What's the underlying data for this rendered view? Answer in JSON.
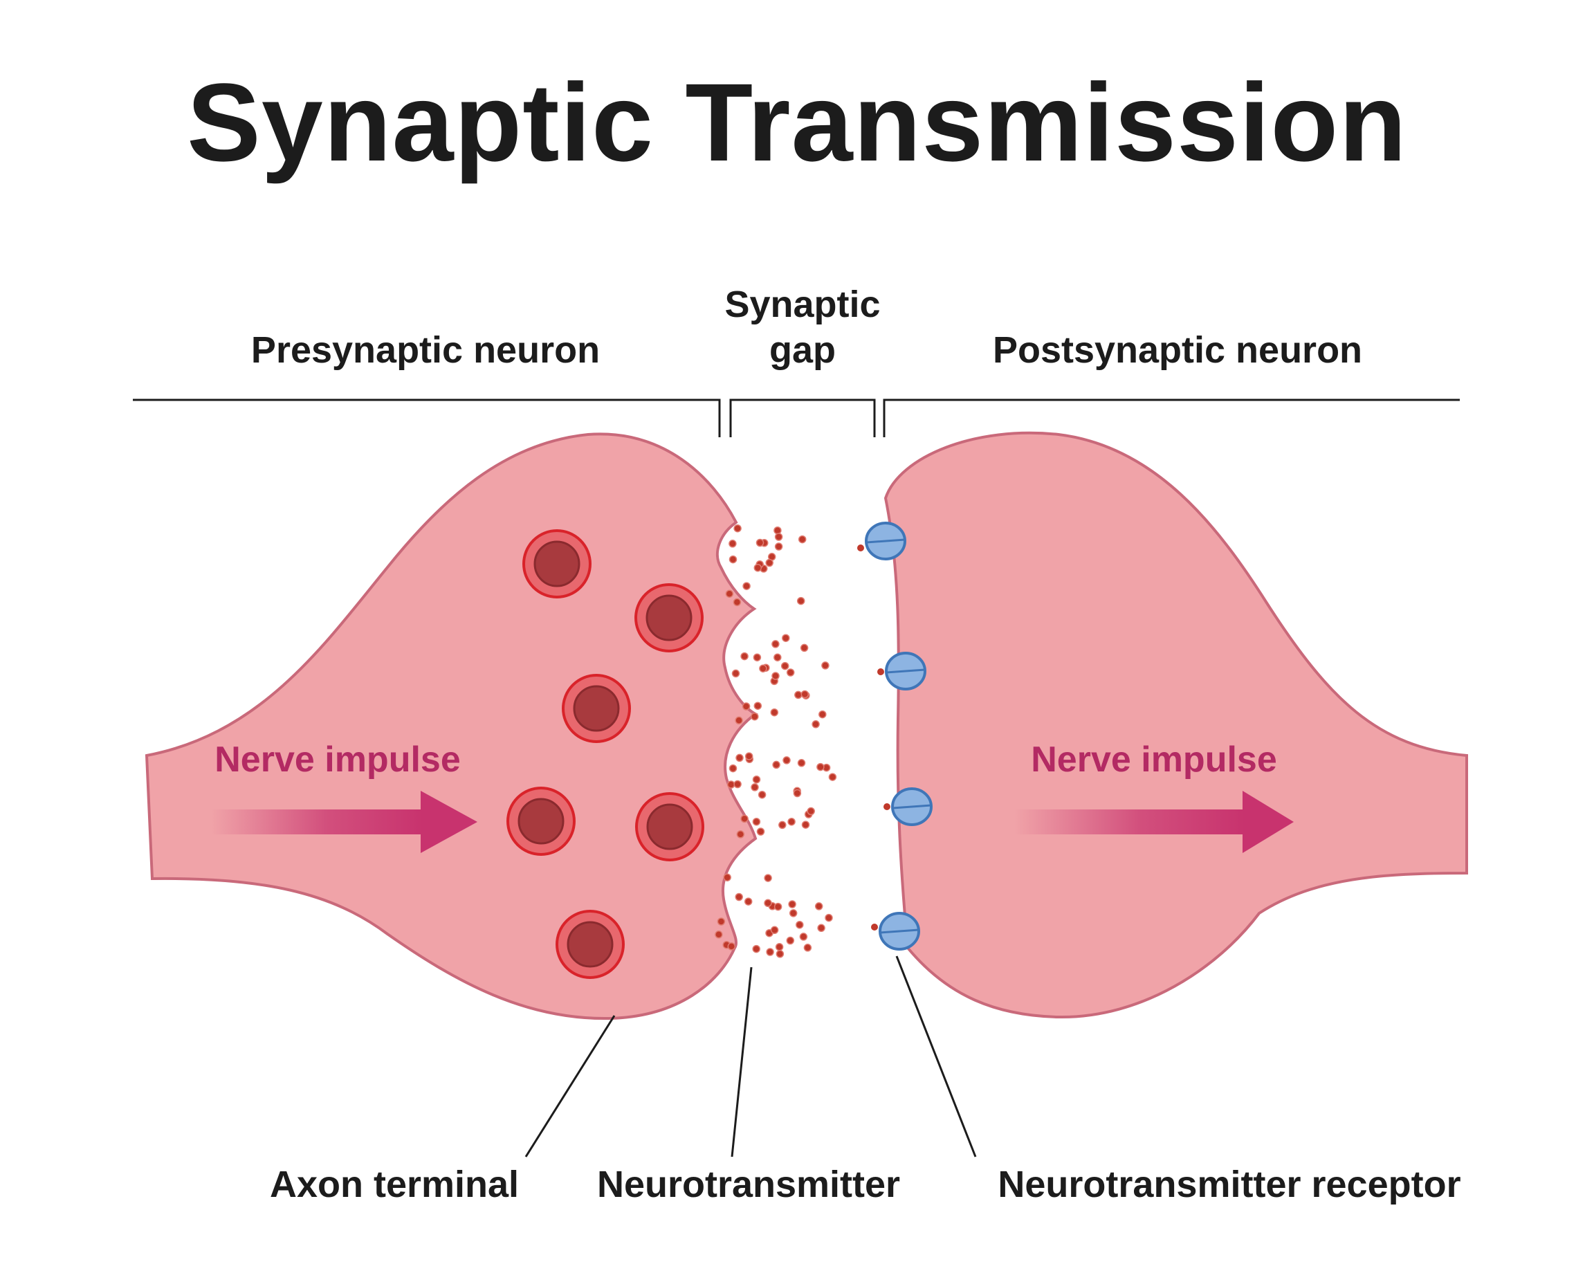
{
  "title": "Synaptic Transmission",
  "regions": {
    "presynaptic": "Presynaptic neuron",
    "gap_line1": "Synaptic",
    "gap_line2": "gap",
    "postsynaptic": "Postsynaptic neuron"
  },
  "impulse": {
    "left": "Nerve impulse",
    "right": "Nerve impulse"
  },
  "callouts": {
    "axon_terminal": "Axon terminal",
    "neurotransmitter": "Neurotransmitter",
    "receptor": "Neurotransmitter receptor"
  },
  "colors": {
    "neuron_fill": "#f0a3a8",
    "neuron_stroke": "#c9697a",
    "vesicle_outer": "#d9232a",
    "vesicle_inner": "#a83a3e",
    "neurotransmitter_dot": "#c0392b",
    "receptor_fill": "#8db4e2",
    "receptor_stroke": "#3f76b8",
    "impulse_text": "#b32a63",
    "arrow": "#c8336e"
  },
  "counts": {
    "vesicles": 6,
    "receptors": 4,
    "release_pockets": 4
  }
}
